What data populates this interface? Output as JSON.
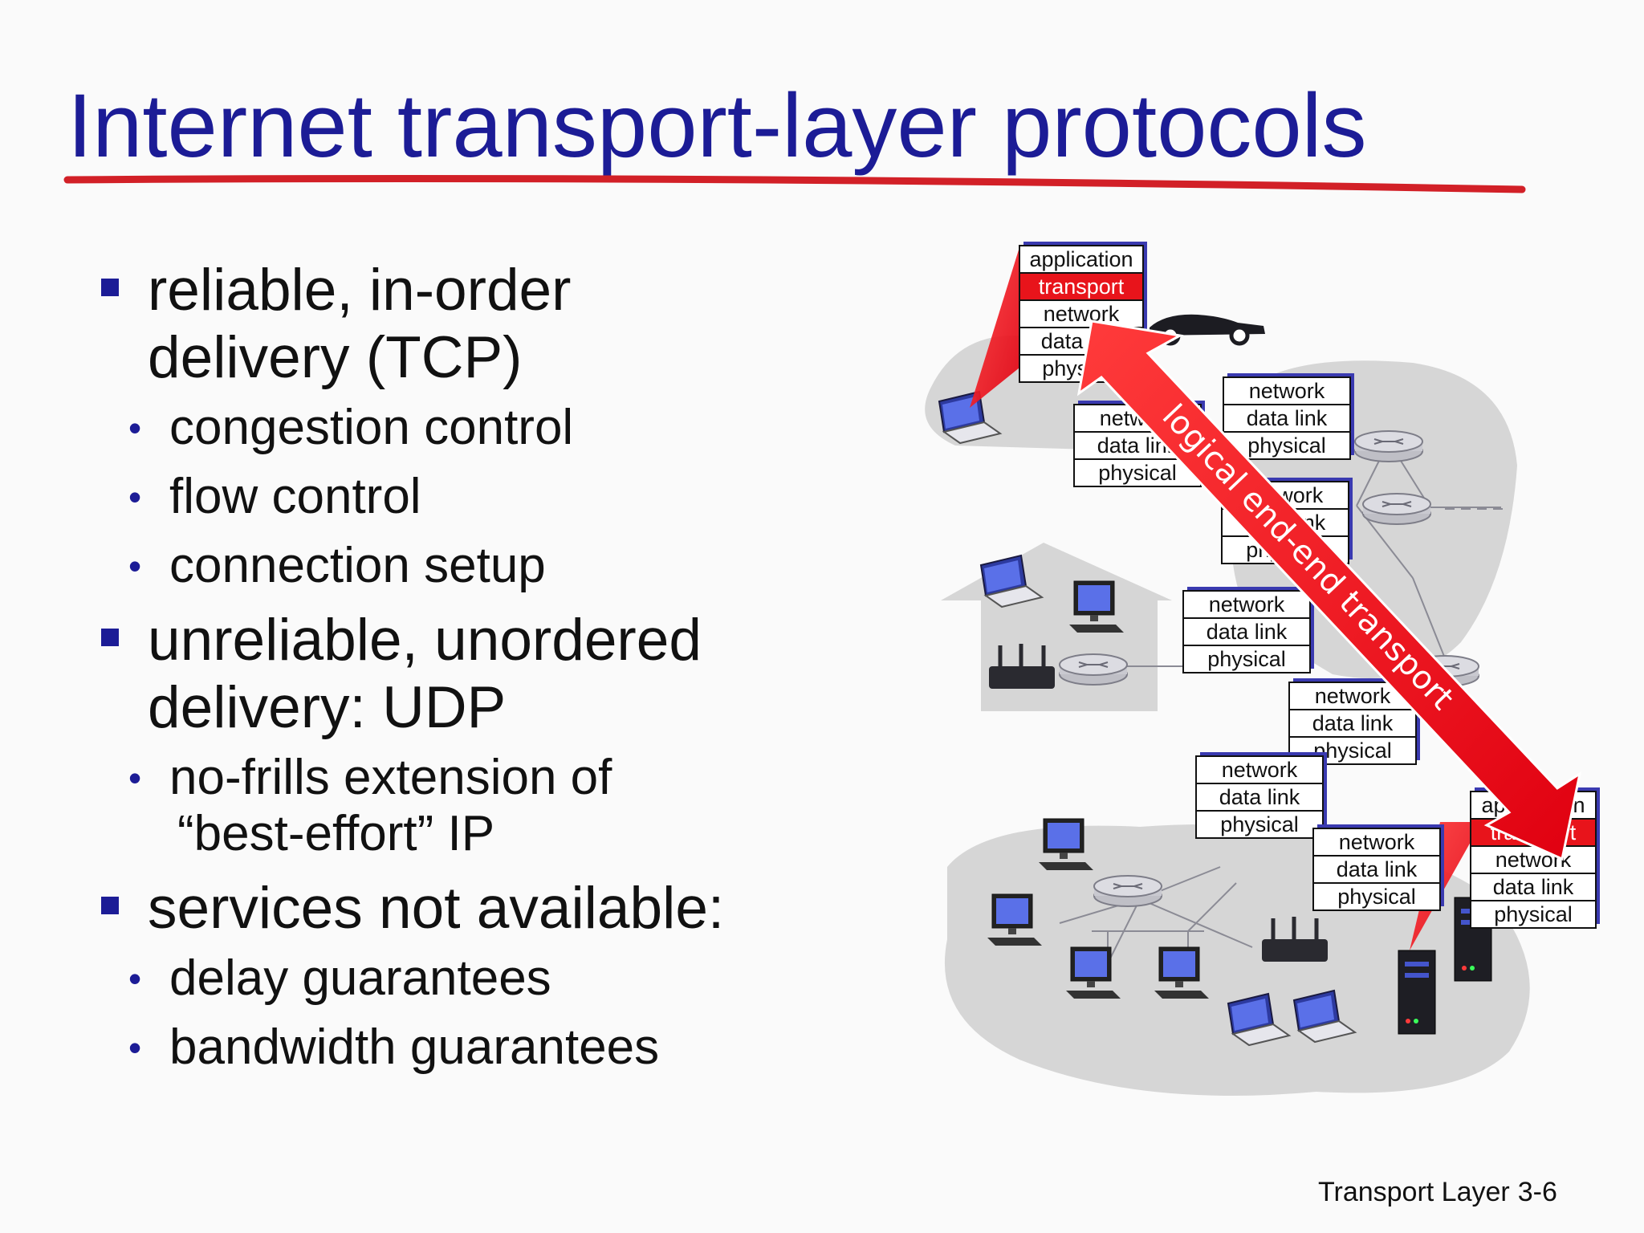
{
  "title": "Internet transport-layer protocols",
  "bullets": [
    {
      "text": "reliable, in-order delivery (TCP)",
      "line1": "reliable, in-order",
      "line2": "delivery (TCP)",
      "subs": [
        "congestion control",
        "flow control",
        "connection setup"
      ]
    },
    {
      "text": "unreliable, unordered delivery: UDP",
      "line1": "unreliable, unordered",
      "line2": "delivery: UDP",
      "subs": [
        "no-frills extension of “best-effort” IP"
      ],
      "sub_line1": "no-frills extension of",
      "sub_line2": "“best-effort” IP"
    },
    {
      "text": "services not available:",
      "line1": "services not available:",
      "line2": "",
      "subs": [
        "delay guarantees",
        "bandwidth guarantees"
      ]
    }
  ],
  "diagram": {
    "arrow_label": "logical end-end transport",
    "host_stack": [
      "application",
      "transport",
      "network",
      "data link",
      "physical"
    ],
    "router_stack": [
      "network",
      "data link",
      "physical"
    ]
  },
  "footer": {
    "label": "Transport Layer",
    "page": "3-6"
  },
  "colors": {
    "title": "#1c1c96",
    "accent_red": "#e8141b",
    "rule_red": "#d22027"
  }
}
